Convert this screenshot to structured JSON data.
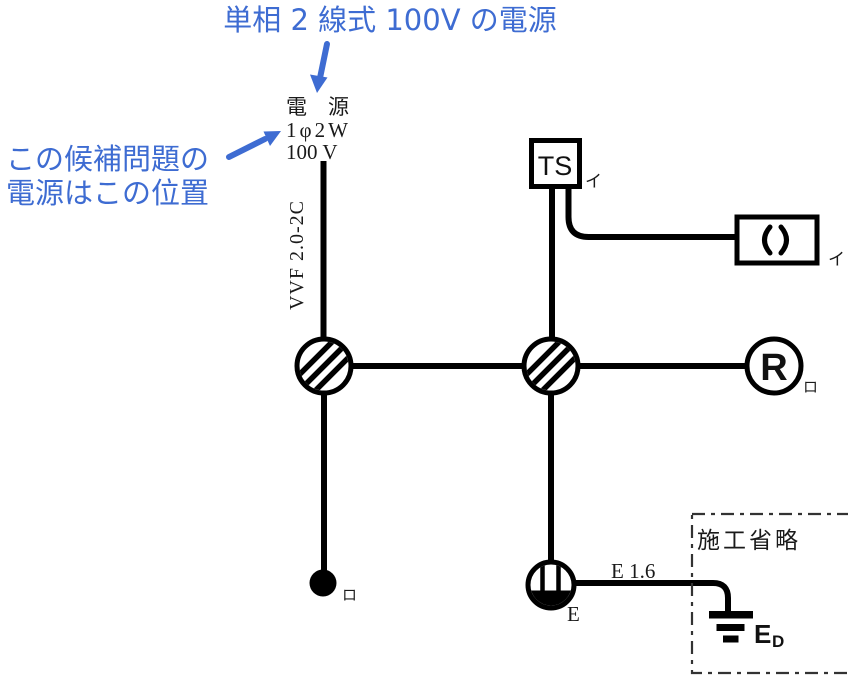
{
  "colors": {
    "annotation_blue": "#3E6CD2",
    "wire_black": "#000000",
    "omission_gray": "#333333"
  },
  "annotations": {
    "top_note": "単相 2 線式 100V の電源",
    "left_note_line1": "この候補問題の",
    "left_note_line2": "電源はこの位置"
  },
  "power_source": {
    "label": "電　源",
    "phase": "1φ2W",
    "voltage": "100 V",
    "cable": "VVF 2.0-2C"
  },
  "devices": {
    "timer_switch": {
      "label": "TS",
      "circuit": "イ"
    },
    "ceiling_rosette": {
      "symbol": "( )",
      "circuit": "イ"
    },
    "lamp_receptacle": {
      "label": "R",
      "circuit": "ロ"
    },
    "switch": {
      "circuit": "ロ"
    },
    "outlet": {
      "label": "E"
    },
    "ground_cable": "E 1.6",
    "ground_electrode": {
      "label": "E",
      "subscript": "D"
    },
    "omission_box": {
      "label": "施工省略"
    }
  },
  "icons": {
    "junction_box": "hatched-circle",
    "single_pole_switch": "filled-circle",
    "earth_outlet": "circle-two-bars-filled-bottom",
    "ground": "earth-bars",
    "down_arrow": "blue-arrow-down",
    "pointer_arrow": "blue-arrow-up-right"
  }
}
